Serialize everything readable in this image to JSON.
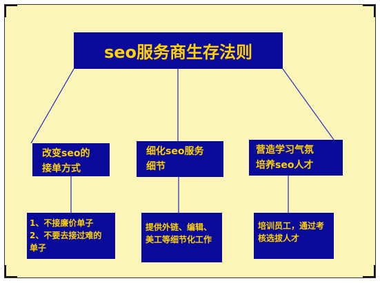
{
  "root": {
    "label": "seo服务商生存法则"
  },
  "branches": [
    {
      "label_lines": [
        "改变seo的",
        "接单方式"
      ],
      "detail_lines": [
        "1、不接廉价单子",
        "2、不要去接过难的",
        "单子"
      ]
    },
    {
      "label_lines": [
        "细化seo服务",
        "细节"
      ],
      "detail_lines": [
        "提供外链、编辑、",
        "美工等细节化工作"
      ]
    },
    {
      "label_lines": [
        "营造学习气氛",
        "培养seo人才"
      ],
      "detail_lines": [
        "培训员工，通过考",
        "核选拔人才"
      ]
    }
  ],
  "colors": {
    "background": "#fbf6b8",
    "box": "#0a0a9a",
    "text": "#ffd200",
    "line": "#3535c8"
  }
}
